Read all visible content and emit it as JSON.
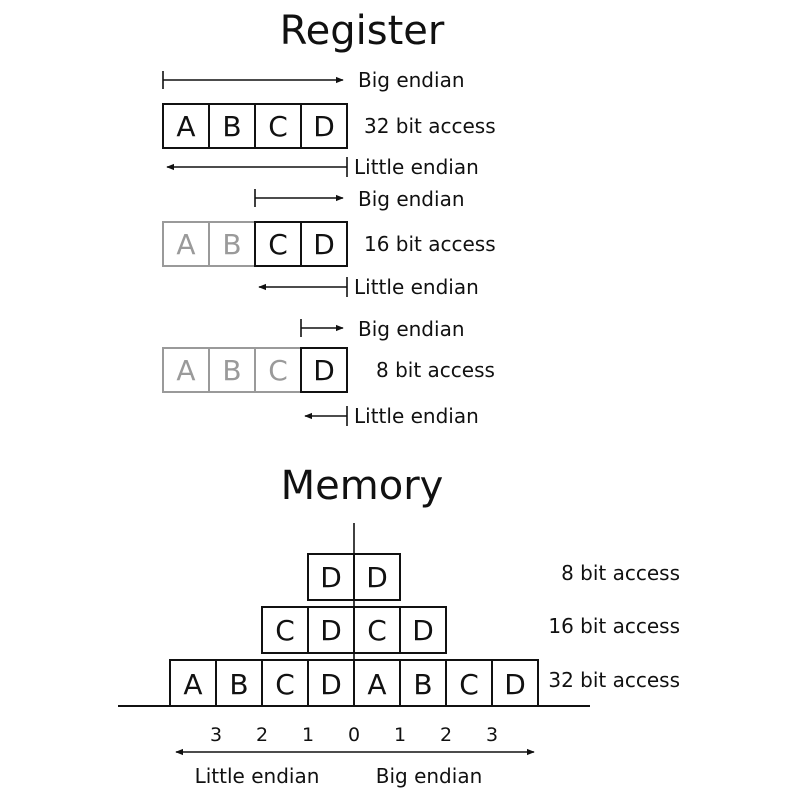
{
  "register": {
    "title": "Register",
    "big_endian_label": "Big endian",
    "little_endian_label": "Little endian",
    "rows": [
      {
        "access_label": "32 bit access",
        "cells": [
          "A",
          "B",
          "C",
          "D"
        ],
        "active_count": 4
      },
      {
        "access_label": "16 bit access",
        "cells": [
          "A",
          "B",
          "C",
          "D"
        ],
        "active_count": 2
      },
      {
        "access_label": "8 bit access",
        "cells": [
          "A",
          "B",
          "C",
          "D"
        ],
        "active_count": 1
      }
    ]
  },
  "memory": {
    "title": "Memory",
    "rows": [
      {
        "access_label": "8 bit access",
        "cells": [
          "D",
          "D"
        ]
      },
      {
        "access_label": "16 bit access",
        "cells": [
          "C",
          "D",
          "C",
          "D"
        ]
      },
      {
        "access_label": "32 bit access",
        "cells": [
          "A",
          "B",
          "C",
          "D",
          "A",
          "B",
          "C",
          "D"
        ]
      }
    ],
    "address_ticks": [
      "3",
      "2",
      "1",
      "0",
      "1",
      "2",
      "3"
    ],
    "little_endian_label": "Little endian",
    "big_endian_label": "Big endian"
  },
  "colors": {
    "active": "#111111",
    "inactive": "#9a9a9a"
  }
}
